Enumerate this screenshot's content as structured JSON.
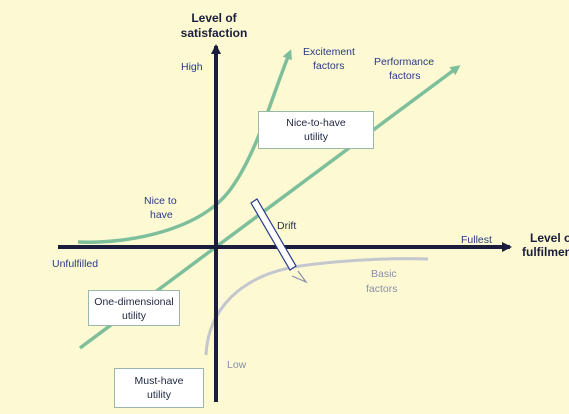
{
  "axes": {
    "y_title_line1": "Level of",
    "y_title_line2": "satisfaction",
    "x_title_line1": "Level of",
    "x_title_line2": "fulfilment",
    "high": "High",
    "low": "Low",
    "fullest": "Fullest",
    "unfulfilled": "Unfulfilled"
  },
  "curves": {
    "excitement_line1": "Excitement",
    "excitement_line2": "factors",
    "performance_line1": "Performance",
    "performance_line2": "factors",
    "basic_line1": "Basic",
    "basic_line2": "factors",
    "nice_line1": "Nice to",
    "nice_line2": "have",
    "drift": "Drift"
  },
  "boxes": {
    "nice_to_have_line1": "Nice-to-have",
    "nice_to_have_line2": "utility",
    "one_dimensional_line1": "One-dimensional",
    "one_dimensional_line2": "utility",
    "must_have_line1": "Must-have",
    "must_have_line2": "utility"
  },
  "colors": {
    "background": "#fdf9d3",
    "axis": "#1a1d3d",
    "green_curve": "#7dbf9a",
    "basic_curve": "#c5c7cf"
  }
}
